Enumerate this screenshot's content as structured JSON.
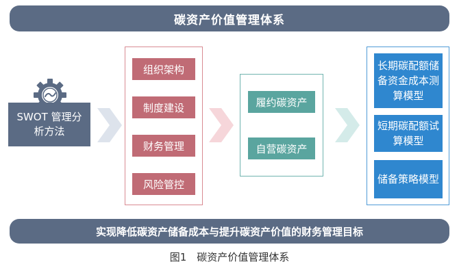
{
  "title": "碳资产价值管理体系",
  "method_box": "SWOT 管理分析方法",
  "management_items": [
    "组织架构",
    "制度建设",
    "财务管理",
    "风险管控"
  ],
  "asset_items": [
    "履约碳资产",
    "自营碳资产"
  ],
  "model_items": [
    "长期碳配额储备资金成本测算模型",
    "短期碳配额试算模型",
    "储备策略模型"
  ],
  "goal": "实现降低碳资产储备成本与提升碳资产价值的财务管理目标",
  "caption": "图1　碳资产价值管理体系",
  "colors": {
    "banner": "#5b6b84",
    "management": "#c06b75",
    "assets": "#5aa59f",
    "models": "#2f87cf"
  },
  "icons": {
    "gear": "gear-icon",
    "arrows": "chevron-right-icon"
  }
}
